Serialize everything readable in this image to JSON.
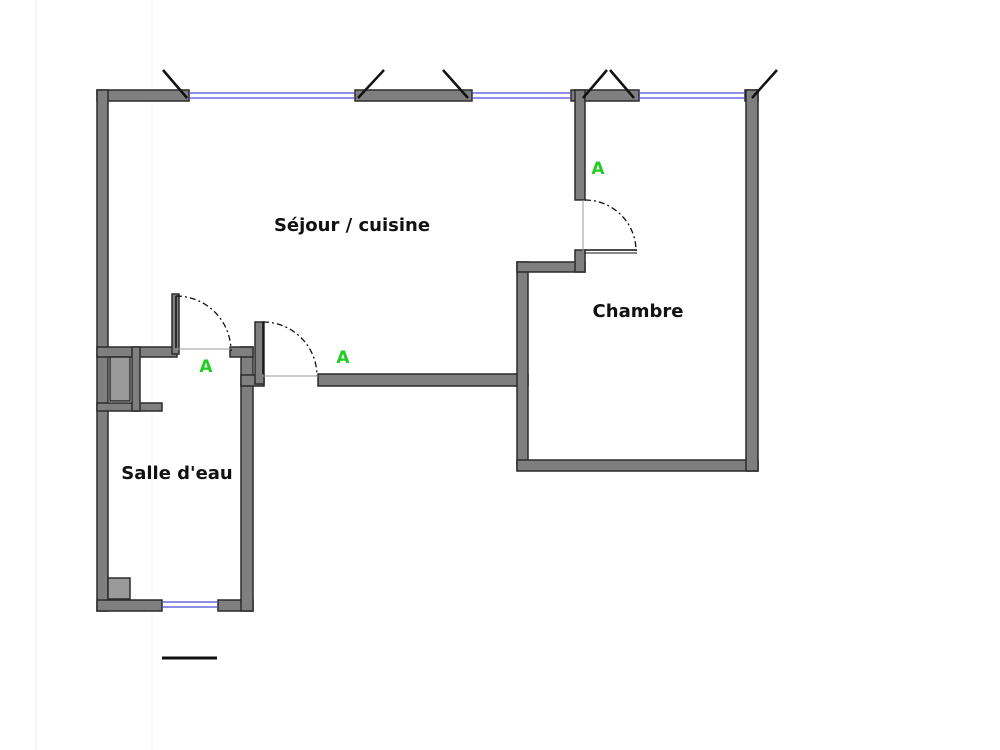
{
  "plan": {
    "rooms": [
      {
        "id": "sejour",
        "label": "Séjour / cuisine"
      },
      {
        "id": "chambre",
        "label": "Chambre"
      },
      {
        "id": "salle-eau",
        "label": "Salle d'eau"
      }
    ],
    "markers": [
      "A",
      "A",
      "A"
    ],
    "colors": {
      "wall_fill": "#7f7f7f",
      "wall_stroke": "#2b2b2b",
      "window": "#4a4ad6",
      "marker": "#22cc22",
      "duct_fill": "#9a9a9a"
    }
  }
}
